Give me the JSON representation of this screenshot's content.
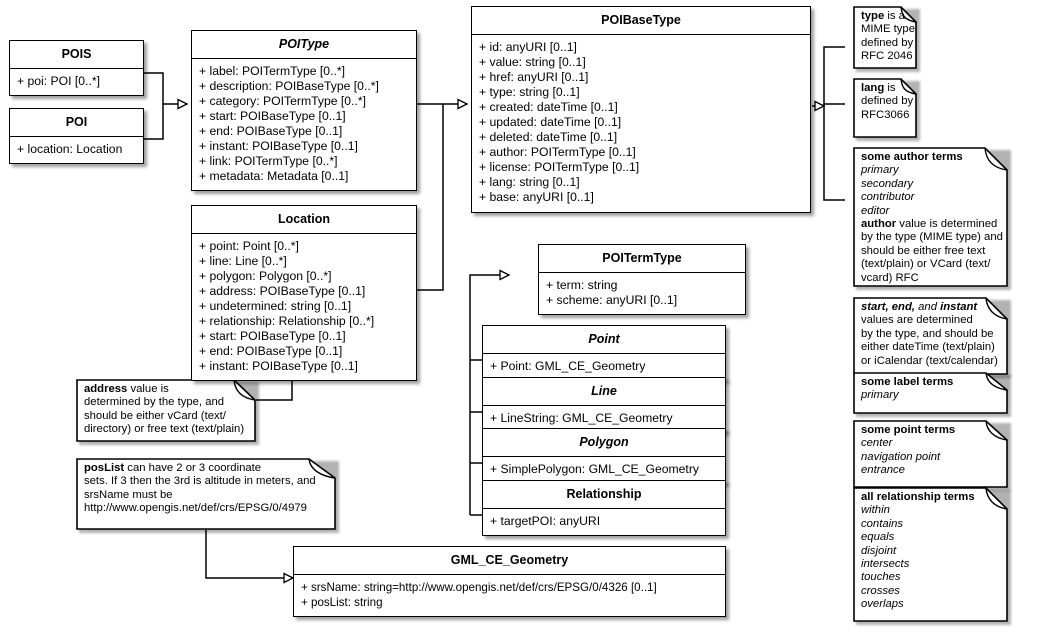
{
  "diagram": {
    "title": "POI (Points of Interest) UML class diagram",
    "classes": [
      {
        "id": "pois",
        "name": "POIS",
        "italic": false,
        "attributes": [
          "+ poi: POI [0..*]"
        ]
      },
      {
        "id": "poi",
        "name": "POI",
        "italic": false,
        "attributes": [
          "+ location: Location"
        ]
      },
      {
        "id": "poitype",
        "name": "POIType",
        "italic": true,
        "attributes": [
          "+ label: POITermType [0..*]",
          "+ description: POIBaseType [0..*]",
          "+ category: POITermType [0..*]",
          "+ start: POIBaseType [0..1]",
          "+ end: POIBaseType [0..1]",
          "+ instant: POIBaseType [0..1]",
          "+ link: POITermType [0..*]",
          "+ metadata: Metadata [0..1]"
        ]
      },
      {
        "id": "poibasetype",
        "name": "POIBaseType",
        "italic": false,
        "attributes": [
          "+ id: anyURI [0..1]",
          "+ value: string [0..1]",
          "+ href: anyURI [0..1]",
          "+ type: string [0..1]",
          "+ created: dateTime [0..1]",
          "+ updated: dateTime [0..1]",
          "+ deleted: dateTime [0..1]",
          "+ author: POITermType [0..1]",
          "+ license: POITermType [0..1]",
          "+ lang: string [0..1]",
          "+ base: anyURI [0..1]"
        ]
      },
      {
        "id": "location",
        "name": "Location",
        "italic": false,
        "attributes": [
          "+ point: Point [0..*]",
          "+ line: Line [0..*]",
          "+ polygon: Polygon [0..*]",
          "+ address: POIBaseType [0..1]",
          "+ undetermined: string [0..1]",
          "+ relationship: Relationship [0..*]",
          "+ start: POIBaseType [0..1]",
          "+ end: POIBaseType [0..1]",
          "+ instant: POIBaseType [0..1]"
        ]
      },
      {
        "id": "poitermtype",
        "name": "POITermType",
        "italic": false,
        "attributes": [
          "+ term: string",
          "+ scheme: anyURI [0..1]"
        ]
      },
      {
        "id": "point",
        "name": "Point",
        "italic": true,
        "attributes": [
          "+ Point: GML_CE_Geometry"
        ]
      },
      {
        "id": "line",
        "name": "Line",
        "italic": true,
        "attributes": [
          "+ LineString: GML_CE_Geometry"
        ]
      },
      {
        "id": "polygon",
        "name": "Polygon",
        "italic": true,
        "attributes": [
          "+ SimplePolygon: GML_CE_Geometry"
        ]
      },
      {
        "id": "relationship",
        "name": "Relationship",
        "italic": false,
        "attributes": [
          "+ targetPOI: anyURI"
        ]
      },
      {
        "id": "gml",
        "name": "GML_CE_Geometry",
        "italic": false,
        "attributes": [
          "+ srsName: string=http://www.opengis.net/def/crs/EPSG/0/4326 [0..1]",
          "+ posList: string"
        ]
      }
    ],
    "notes": [
      {
        "id": "note-type",
        "lines": [
          {
            "text": "type is a",
            "bold_prefix": "type",
            "rest": " is a",
            "style": "plain"
          },
          {
            "text": "MIME type",
            "style": "plain"
          },
          {
            "text": "defined by",
            "style": "plain"
          },
          {
            "text": "RFC 2046",
            "style": "plain"
          }
        ]
      },
      {
        "id": "note-lang",
        "lines": [
          {
            "text": "lang is",
            "bold_prefix": "lang",
            "rest": " is",
            "style": "plain"
          },
          {
            "text": "defined by",
            "style": "plain"
          },
          {
            "text": "RFC3066",
            "style": "plain"
          }
        ]
      },
      {
        "id": "note-author",
        "lines": [
          {
            "text": "some author terms",
            "style": "bold"
          },
          {
            "text": "primary",
            "style": "italic"
          },
          {
            "text": "secondary",
            "style": "italic"
          },
          {
            "text": "contributor",
            "style": "italic"
          },
          {
            "text": "editor",
            "style": "italic"
          },
          {
            "text": "author value is determined",
            "bold_prefix": "author",
            "rest": " value is determined",
            "style": "plain"
          },
          {
            "text": "by the type (MIME type) and",
            "style": "plain"
          },
          {
            "text": "should be either free text",
            "style": "plain"
          },
          {
            "text": "(text/plain) or VCard (text/",
            "style": "plain"
          },
          {
            "text": "vcard) RFC",
            "style": "plain"
          }
        ]
      },
      {
        "id": "note-start-end-instant",
        "lines": [
          {
            "text": "start, end, and instant",
            "style": "mixed-bi"
          },
          {
            "text": "values are determined",
            "style": "plain"
          },
          {
            "text": "by the type, and should be",
            "style": "plain"
          },
          {
            "text": "either dateTime (text/plain)",
            "style": "plain"
          },
          {
            "text": "or iCalendar (text/calendar)",
            "style": "plain"
          }
        ]
      },
      {
        "id": "note-label-terms",
        "lines": [
          {
            "text": "some label terms",
            "style": "bold"
          },
          {
            "text": "primary",
            "style": "italic"
          }
        ]
      },
      {
        "id": "note-point-terms",
        "lines": [
          {
            "text": "some point terms",
            "style": "bold"
          },
          {
            "text": "center",
            "style": "italic"
          },
          {
            "text": "navigation point",
            "style": "italic"
          },
          {
            "text": "entrance",
            "style": "italic"
          }
        ]
      },
      {
        "id": "note-relationship-terms",
        "lines": [
          {
            "text": "all relationship terms",
            "style": "bold"
          },
          {
            "text": "within",
            "style": "italic"
          },
          {
            "text": "contains",
            "style": "italic"
          },
          {
            "text": "equals",
            "style": "italic"
          },
          {
            "text": "disjoint",
            "style": "italic"
          },
          {
            "text": "intersects",
            "style": "italic"
          },
          {
            "text": "touches",
            "style": "italic"
          },
          {
            "text": "crosses",
            "style": "italic"
          },
          {
            "text": "overlaps",
            "style": "italic"
          }
        ]
      },
      {
        "id": "note-address",
        "lines": [
          {
            "text": "address value is",
            "bold_prefix": "address",
            "rest": " value is",
            "style": "plain"
          },
          {
            "text": "determined by the type, and",
            "style": "plain"
          },
          {
            "text": "should be either vCard (text/",
            "style": "plain"
          },
          {
            "text": "directory) or free text (text/plain)",
            "style": "plain"
          }
        ]
      },
      {
        "id": "note-poslist",
        "lines": [
          {
            "text": "posList can have 2 or 3 coordinate",
            "bold_prefix": "posList",
            "rest": " can have 2 or 3 coordinate",
            "style": "plain"
          },
          {
            "text": "sets. If 3 then the 3rd is altitude in meters, and",
            "style": "plain"
          },
          {
            "text": "srsName must be",
            "style": "plain"
          },
          {
            "text": "http://www.opengis.net/def/crs/EPSG/0/4979",
            "style": "plain"
          }
        ]
      }
    ],
    "colors": {
      "stroke": "#000000",
      "fill": "#ffffff",
      "shadow": "rgba(0,0,0,0.35)"
    }
  }
}
